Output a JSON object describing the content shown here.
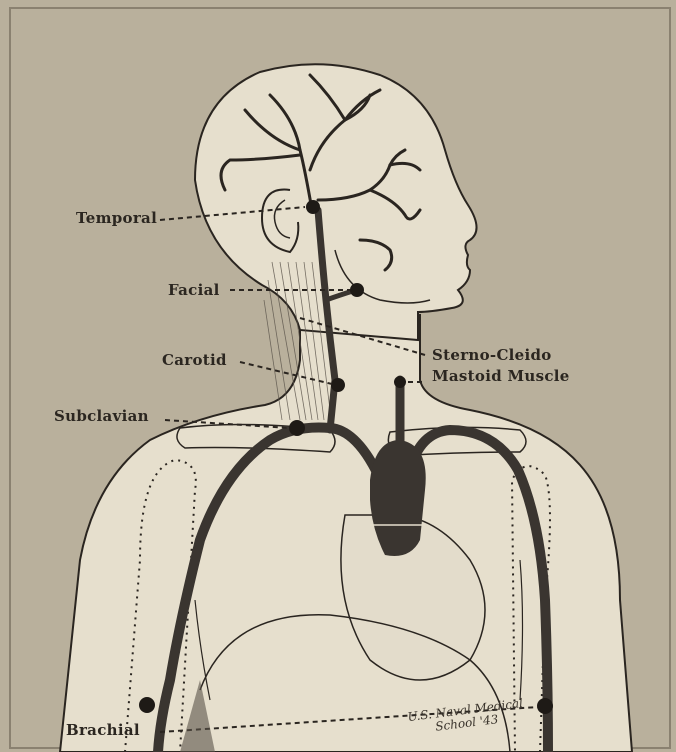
{
  "labels": {
    "temporal": "Temporal",
    "facial": "Facial",
    "carotid": "Carotid",
    "subclavian": "Subclavian",
    "sterno_line1": "Sterno-Cleido",
    "sterno_line2": "Mastoid Muscle",
    "brachial": "Brachial"
  },
  "signature": {
    "line1": "U.S. Naval Medical",
    "line2": "School '43"
  },
  "colors": {
    "background": "#b9b09c",
    "skin": "#e6dfcd",
    "ink": "#2a2520",
    "artery": "#3a3530"
  }
}
